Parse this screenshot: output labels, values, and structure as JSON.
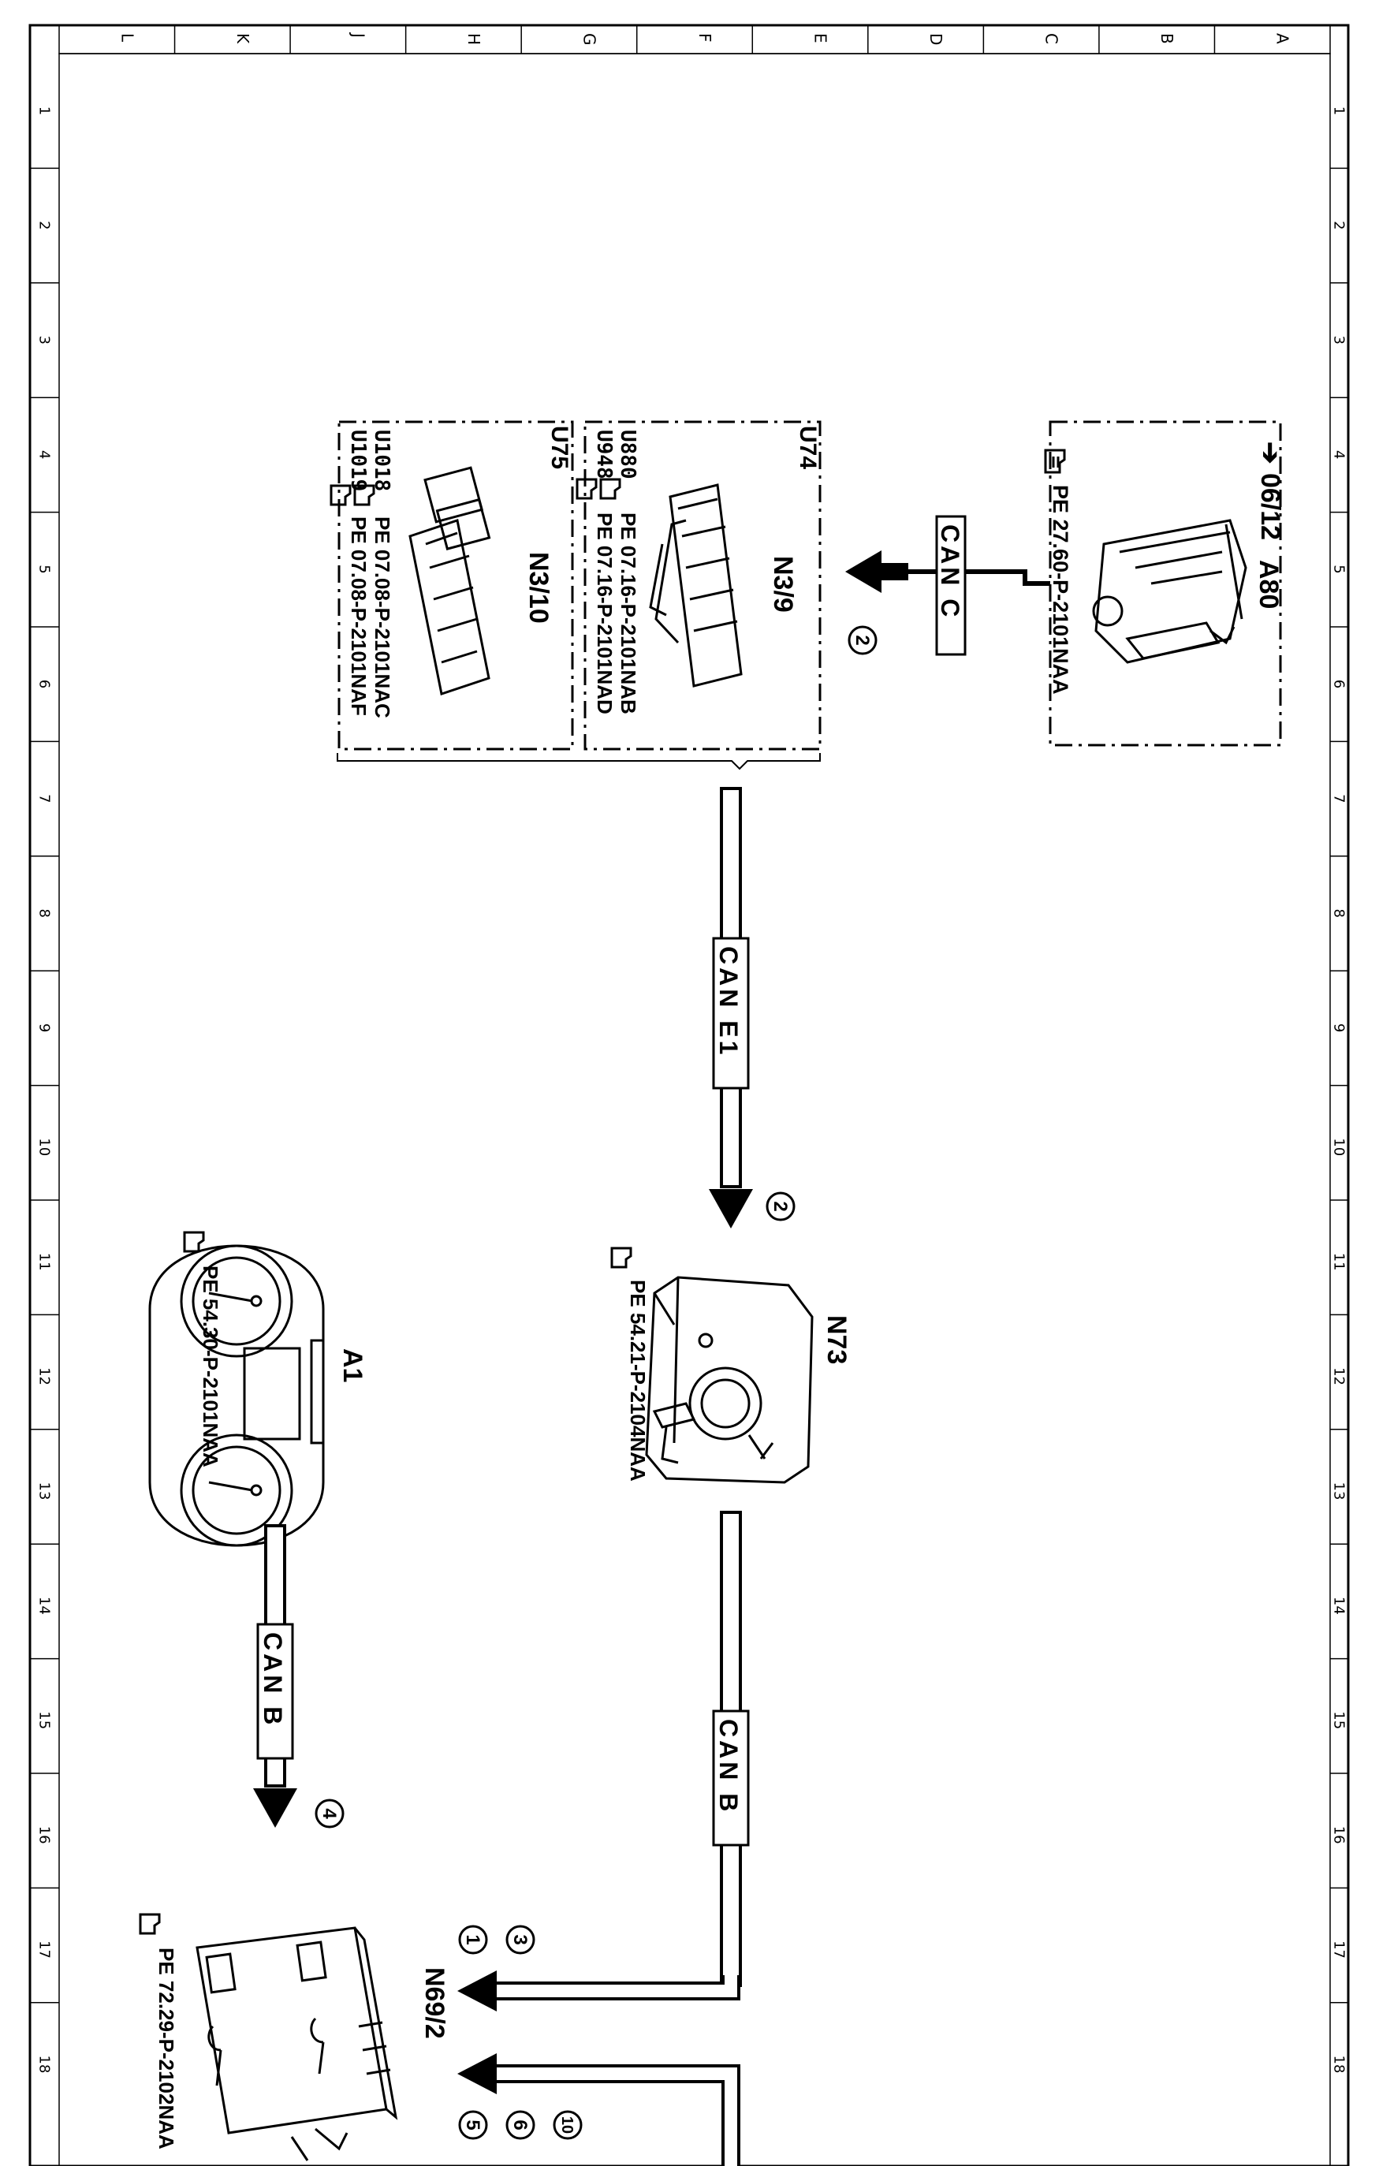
{
  "grid": {
    "top_letters": [
      "L",
      "K",
      "J",
      "H",
      "G",
      "F",
      "E",
      "D",
      "C",
      "B",
      "A"
    ],
    "side_numbers": [
      "1",
      "2",
      "3",
      "4",
      "5",
      "6",
      "7",
      "8",
      "9",
      "10",
      "11",
      "12",
      "13",
      "14",
      "15",
      "16",
      "17",
      "18"
    ]
  },
  "components": {
    "A80": {
      "code": "A80",
      "ref": "PE 27.60-P-2101NAA",
      "link": "06/12"
    },
    "N3_9": {
      "code": "N3/9",
      "group": "U74",
      "refs": [
        "U880",
        "U948"
      ],
      "pe": [
        "PE 07.16-P-2101NAB",
        "PE 07.16-P-2101NAD"
      ]
    },
    "N3_10": {
      "code": "N3/10",
      "group": "U75",
      "refs": [
        "U1018",
        "U1019"
      ],
      "pe": [
        "PE 07.08-P-2101NAC",
        "PE 07.08-P-2101NAF"
      ]
    },
    "N73": {
      "code": "N73",
      "ref": "PE 54.21-P-2104NAA"
    },
    "A1": {
      "code": "A1",
      "ref": "PE 54.30-P-2101NAA"
    },
    "N69_2": {
      "code": "N69/2",
      "ref": "PE 72.29-P-2102NAA"
    }
  },
  "buses": {
    "can_c": "CAN C",
    "can_e1": "CAN E1",
    "can_b_1": "CAN B",
    "can_b_2": "CAN B"
  },
  "circled": {
    "c_a80": "2",
    "c_n73": "2",
    "c_a1": "4",
    "c_n69_top_1": "3",
    "c_n69_top_2": "1",
    "c_n69_bot_1": "10",
    "c_n69_bot_2": "6",
    "c_n69_bot_3": "5"
  }
}
